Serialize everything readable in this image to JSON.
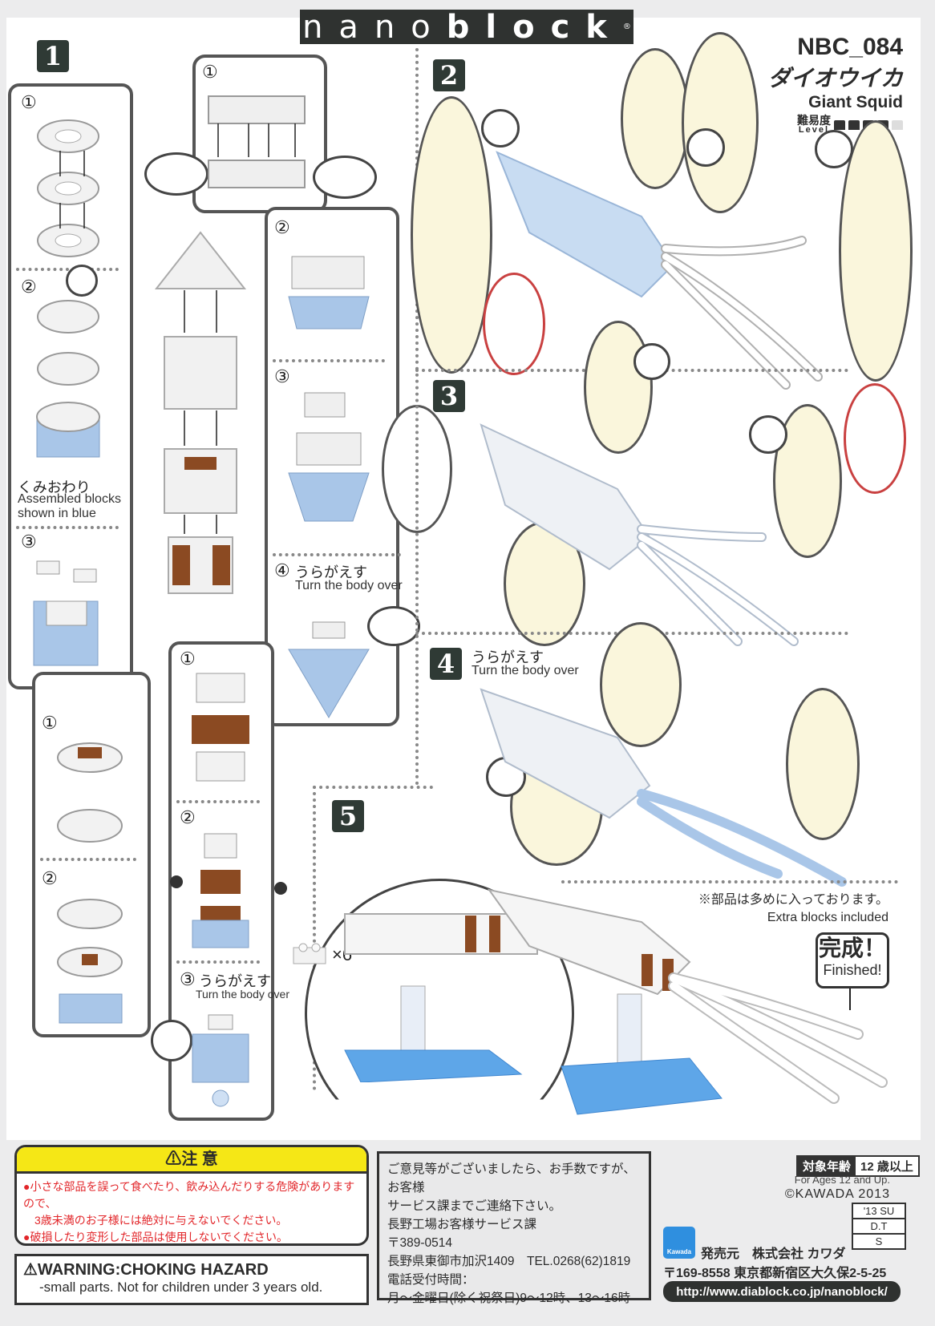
{
  "brand": {
    "prefix": "nano",
    "bold": "block",
    "mark": "®"
  },
  "product": {
    "code": "NBC_084",
    "name_jp": "ダイオウイカ",
    "name_en": "Giant Squid",
    "level_label_jp": "難易度",
    "level_label_en": "Level",
    "difficulty": {
      "value": 4,
      "max": 5
    }
  },
  "steps": [
    {
      "number": "1"
    },
    {
      "number": "2"
    },
    {
      "number": "3"
    },
    {
      "number": "4",
      "label_jp": "うらがえす",
      "label_en": "Turn the body over"
    },
    {
      "number": "5"
    }
  ],
  "substeps": {
    "circled_1": "①",
    "circled_2": "②",
    "circled_3": "③",
    "circled_4": "④"
  },
  "notes": {
    "assembled_jp": "くみおわり",
    "assembled_en_line1": "Assembled blocks",
    "assembled_en_line2": "shown in blue",
    "turn_jp": "うらがえす",
    "turn_en": "Turn the body over",
    "multiplier": "×6",
    "extra_jp": "※部品は多めに入っております。",
    "extra_en": "Extra blocks included",
    "finished_jp": "完成！",
    "finished_en": "Finished!"
  },
  "caution": {
    "title": "⚠注 意",
    "line1": "●小さな部品を誤って食べたり、飲み込んだりする危険がありますので、",
    "line2": "3歳未満のお子様には絶対に与えないでください。",
    "line3": "●破損したり変形した部品は使用しないでください。"
  },
  "warning": {
    "title": "⚠WARNING:CHOKING HAZARD",
    "body": "-small parts.  Not for children under 3 years old."
  },
  "contact": {
    "lines": [
      "ご意見等がございましたら、お手数ですが、お客様",
      "サービス課までご連絡下さい。",
      "長野工場お客様サービス課",
      "〒389-0514",
      "長野県東御市加沢1409　TEL.0268(62)1819",
      "電話受付時間：",
      "月～金曜日(除く祝祭日)9～12時、13～16時"
    ]
  },
  "age": {
    "label": "対象年齢",
    "value": "12 歳以上",
    "en": "For Ages 12 and Up."
  },
  "copyright": "©KAWADA 2013",
  "codes": [
    "'13 SU",
    "D.T",
    "S"
  ],
  "publisher": {
    "logo": "Kawada",
    "seller": "発売元　株式会社 カワダ",
    "address": "〒169-8558 東京都新宿区大久保2-5-25",
    "url": "http://www.diablock.co.jp/nanoblock/"
  },
  "colors": {
    "brand_bg": "#2f3230",
    "caution_yellow": "#f5e716",
    "caution_red": "#e2262a",
    "oval_fill": "#faf6dc",
    "assembled_blue": "#a9c6e8",
    "brick_brown": "#8b4a22",
    "kawada_blue": "#2f8fdf"
  }
}
